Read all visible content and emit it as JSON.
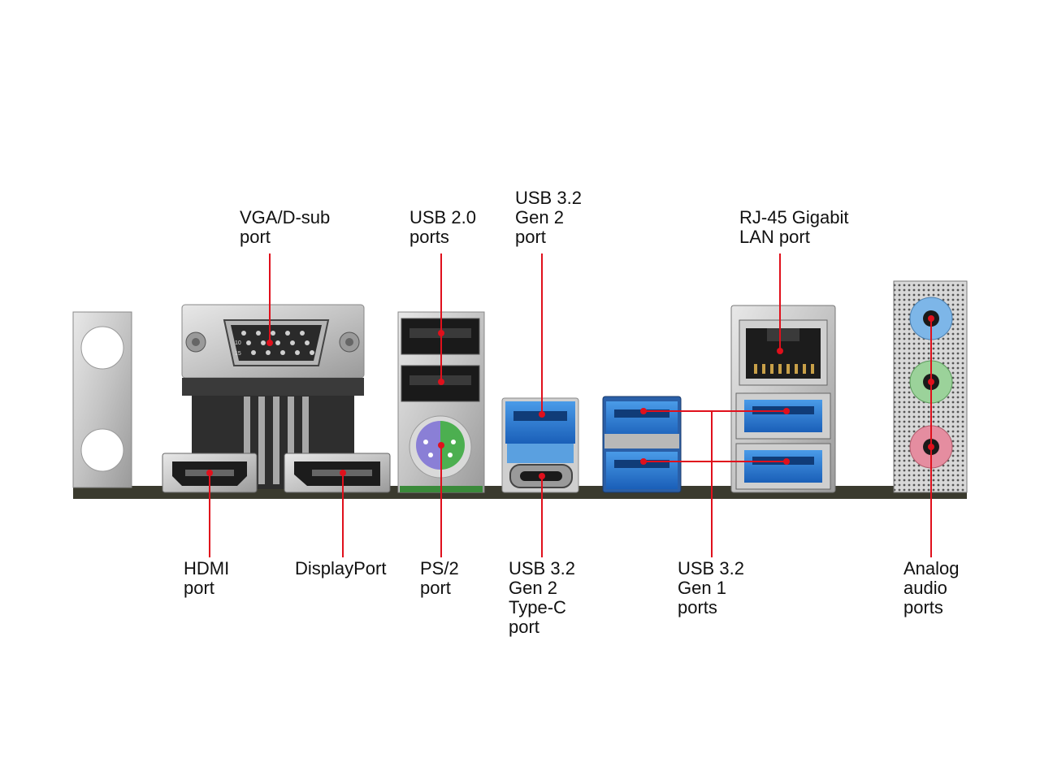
{
  "labels": {
    "vga": "VGA/D-sub\nport",
    "usb20": "USB 2.0\nports",
    "usb32g2": "USB 3.2\nGen 2\nport",
    "rj45": "RJ-45 Gigabit\nLAN port",
    "hdmi": "HDMI\nport",
    "displayport": "DisplayPort",
    "ps2": "PS/2\nport",
    "usb32g2c": "USB 3.2\nGen 2\nType-C\nport",
    "usb32g1": "USB 3.2\nGen 1\nports",
    "audio": "Analog\naudio\nports"
  },
  "vga_pin_labels": [
    "10",
    "15"
  ],
  "colors": {
    "callout_line": "#e0101c",
    "usb3_blue": "#1f6fd0",
    "usb20_black": "#1a1a1a",
    "ps2_purple": "#8a7fd6",
    "ps2_green": "#4caf50",
    "audio_blue": "#7db6e8",
    "audio_green": "#9bd29a",
    "audio_pink": "#e58da0",
    "metal": "#bfbfbf",
    "board": "#3a3a2e"
  }
}
